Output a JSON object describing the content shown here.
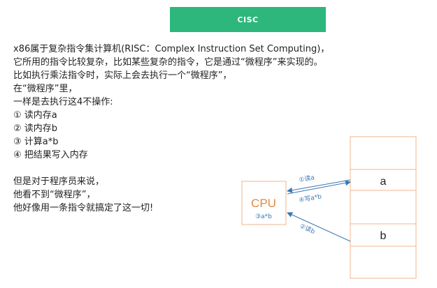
{
  "header": {
    "title": "CISC"
  },
  "explanation": {
    "lines": [
      "x86属于复杂指令集计算机(RISC：Complex Instruction Set Computing)，",
      "它所用的指令比较复杂，比如某些复杂的指令，它是通过“微程序”来实现的。",
      "比如执行乘法指令时，实际上会去执行一个“微程序”，",
      "在“微程序”里，",
      "一样是去执行这4不操作:",
      "① 读内存a",
      "② 读内存b",
      "③ 计算a*b",
      "④ 把结果写入内存"
    ],
    "closing_lines": [
      "但是对于程序员来说，",
      "他看不到“微程序”，",
      "他好像用一条指令就搞定了这一切!"
    ]
  },
  "diagram": {
    "cpu": {
      "label": "CPU",
      "sub_label": "③a*b"
    },
    "memory": {
      "cell_a_label": "a",
      "cell_b_label": "b"
    },
    "arrows": {
      "read_a": "①读a",
      "write_result": "④写a*b",
      "read_b": "②读b"
    },
    "colors": {
      "box_stroke": "#f0b48c",
      "cpu_text": "#e08a3c",
      "arrow": "#3a78b5",
      "banner": "#2db77c"
    }
  }
}
